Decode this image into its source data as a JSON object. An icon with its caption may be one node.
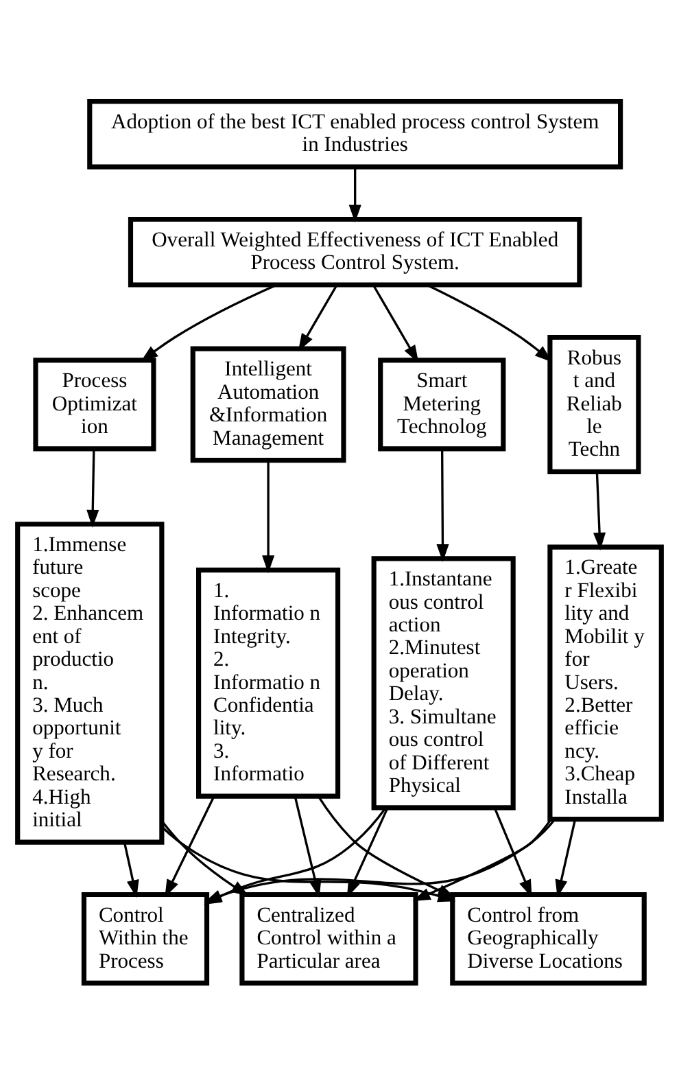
{
  "diagram": {
    "nodes": [
      {
        "text": [
          "Adoption of the best ICT enabled process control System in Industries"
        ]
      },
      {
        "text": [
          "Overall Weighted Effectiveness of ICT Enabled Process Control System."
        ]
      },
      {
        "text": [
          "Process Optimizat ion"
        ]
      },
      {
        "text": [
          "Intelligent Automation &Information Management"
        ]
      },
      {
        "text": [
          "Smart Metering Technolog"
        ]
      },
      {
        "text": [
          "Robus t and Reliab le Techn"
        ]
      },
      {
        "text": [
          "1.Immense future scope",
          "2. Enhancem ent of productio n.",
          "3. Much opportunit y for Research.",
          "4.High initial"
        ]
      },
      {
        "text": [
          "1. Informatio n Integrity.",
          "2. Informatio n Confidentia lity.",
          "3. Informatio"
        ]
      },
      {
        "text": [
          "1.Instantane ous control action",
          "2.Minutest operation Delay.",
          "3. Simultane ous control of Different Physical"
        ]
      },
      {
        "text": [
          "1.Greate r Flexibi lity and Mobilit y for Users.",
          "2.Better efficie ncy.",
          "3.Cheap Installa"
        ]
      },
      {
        "text": [
          "Control Within the Process"
        ]
      },
      {
        "text": [
          "Centralized Control within a Particular area"
        ]
      },
      {
        "text": [
          "Control from Geographically Diverse Locations"
        ]
      }
    ],
    "edges": [
      {
        "from": 0,
        "to": 1,
        "arrow": "to"
      },
      {
        "from": 1,
        "to": 2,
        "arrow": "to"
      },
      {
        "from": 1,
        "to": 3,
        "arrow": "to"
      },
      {
        "from": 1,
        "to": 4,
        "arrow": "to"
      },
      {
        "from": 1,
        "to": 5,
        "arrow": "to"
      },
      {
        "from": 2,
        "to": 6,
        "arrow": "to"
      },
      {
        "from": 3,
        "to": 7,
        "arrow": "to"
      },
      {
        "from": 4,
        "to": 8,
        "arrow": "to"
      },
      {
        "from": 5,
        "to": 9,
        "arrow": "to"
      },
      {
        "from": 6,
        "to": 10,
        "arrow": "to"
      },
      {
        "from": 6,
        "to": 11,
        "arrow": "to"
      },
      {
        "from": 6,
        "to": 12,
        "arrow": "to"
      },
      {
        "from": 7,
        "to": 10,
        "arrow": "to"
      },
      {
        "from": 7,
        "to": 11,
        "arrow": "to"
      },
      {
        "from": 7,
        "to": 12,
        "arrow": "to"
      },
      {
        "from": 8,
        "to": 10,
        "arrow": "to"
      },
      {
        "from": 8,
        "to": 11,
        "arrow": "to"
      },
      {
        "from": 8,
        "to": 12,
        "arrow": "to"
      },
      {
        "from": 9,
        "to": 10,
        "arrow": "to"
      },
      {
        "from": 9,
        "to": 11,
        "arrow": "to"
      },
      {
        "from": 9,
        "to": 12,
        "arrow": "to"
      }
    ]
  }
}
